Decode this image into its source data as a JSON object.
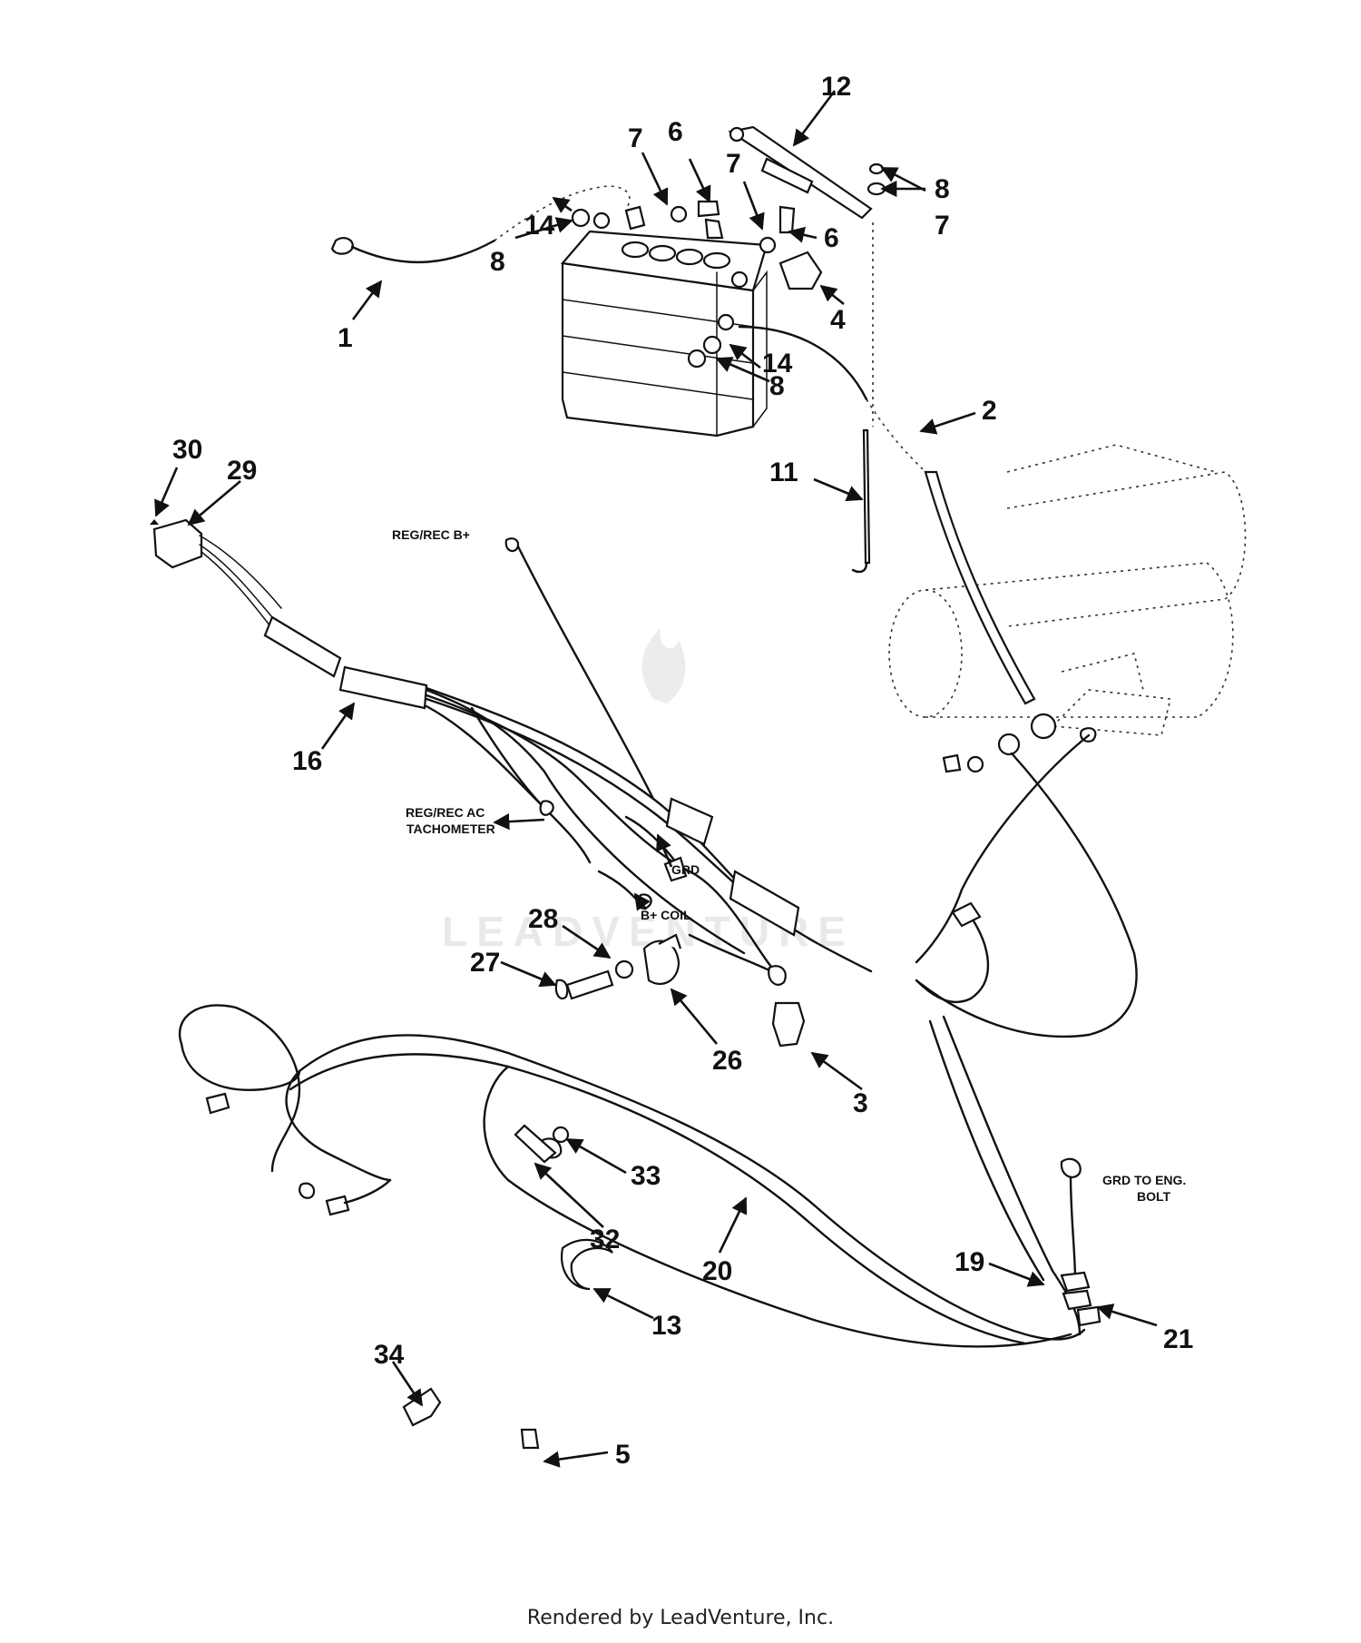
{
  "footer": "Rendered by LeadVenture, Inc.",
  "watermark": "LEADVENTURE",
  "text_labels": {
    "reg_rec_b": "REG/REC B+",
    "reg_rec_ac_1": "REG/REC AC",
    "reg_rec_ac_2": "TACHOMETER",
    "grd": "GRD",
    "b_coil": "B+ COIL",
    "grd_eng_1": "GRD TO ENG.",
    "grd_eng_2": "BOLT"
  },
  "callouts": {
    "c1": "1",
    "c2": "2",
    "c3": "3",
    "c4": "4",
    "c5": "5",
    "c6a": "6",
    "c6b": "6",
    "c7a": "7",
    "c7b": "7",
    "c7c": "7",
    "c8a": "8",
    "c8b": "8",
    "c8c": "8",
    "c11": "11",
    "c12": "12",
    "c13": "13",
    "c14a": "14",
    "c14b": "14",
    "c16": "16",
    "c19": "19",
    "c20": "20",
    "c21": "21",
    "c26": "26",
    "c27": "27",
    "c28": "28",
    "c29": "29",
    "c30": "30",
    "c32": "32",
    "c33": "33",
    "c34": "34"
  },
  "icons": {
    "watermark": "flame-logo-icon"
  }
}
